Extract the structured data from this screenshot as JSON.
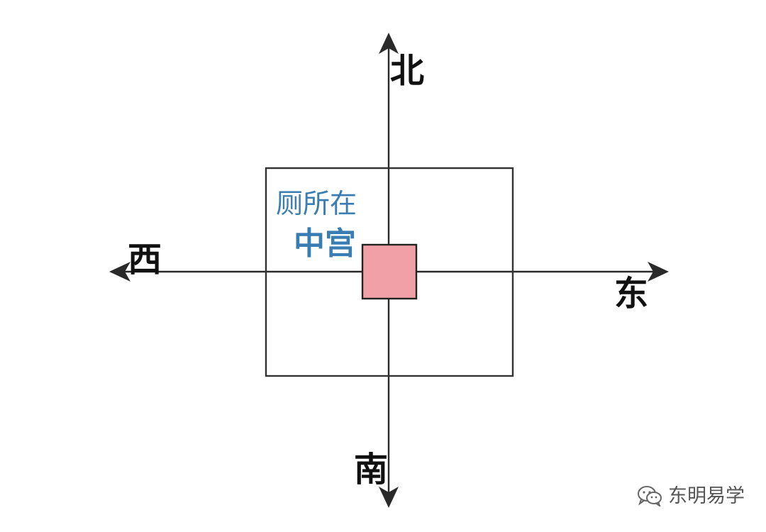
{
  "directions": {
    "north": "北",
    "south": "南",
    "east": "东",
    "west": "西"
  },
  "annotation": {
    "line1": "厕所在",
    "line2": "中宫"
  },
  "watermark": {
    "icon": "wechat-icon",
    "text": "东明易学"
  },
  "colors": {
    "axis": "#2a2a2a",
    "house_outline": "#333333",
    "center_fill": "#f0a0a6",
    "annotation_text": "#3a7db3",
    "watermark_text": "#555555"
  }
}
